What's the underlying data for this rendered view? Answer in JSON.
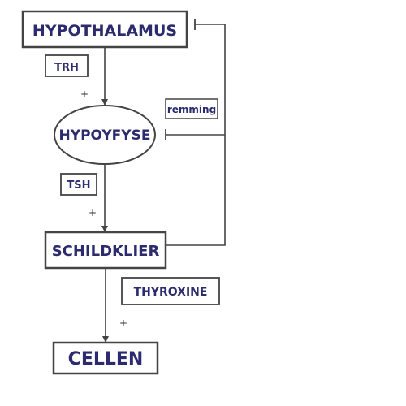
{
  "nodes": {
    "hypothalamus": "HYPOTHALAMUS",
    "hypofyse": "HYPOYFYSE",
    "schildklier": "SCHILDKLIER",
    "cellen": "CELLEN"
  },
  "labels": {
    "trh": "TRH",
    "tsh": "TSH",
    "thyroxine": "THYROXINE",
    "remming": "remming"
  },
  "signs": {
    "plus_trh": "+",
    "plus_tsh": "+",
    "plus_thyroxine": "+"
  },
  "colors": {
    "text": "#2b2b6e",
    "stroke": "#444444"
  }
}
